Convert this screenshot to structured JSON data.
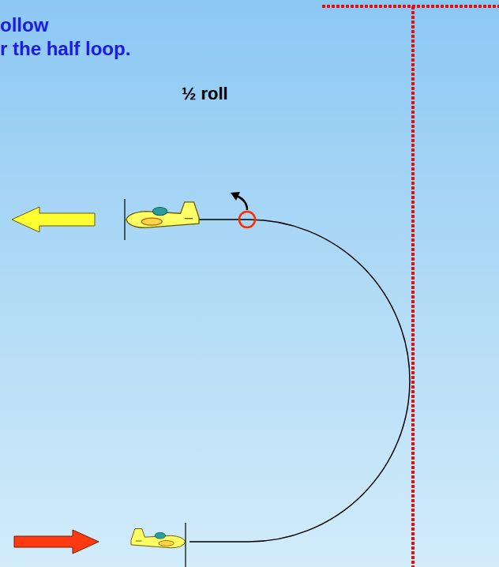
{
  "diagram": {
    "labels": [
      "ollow",
      "r the half loop.",
      "½ roll"
    ]
  }
}
